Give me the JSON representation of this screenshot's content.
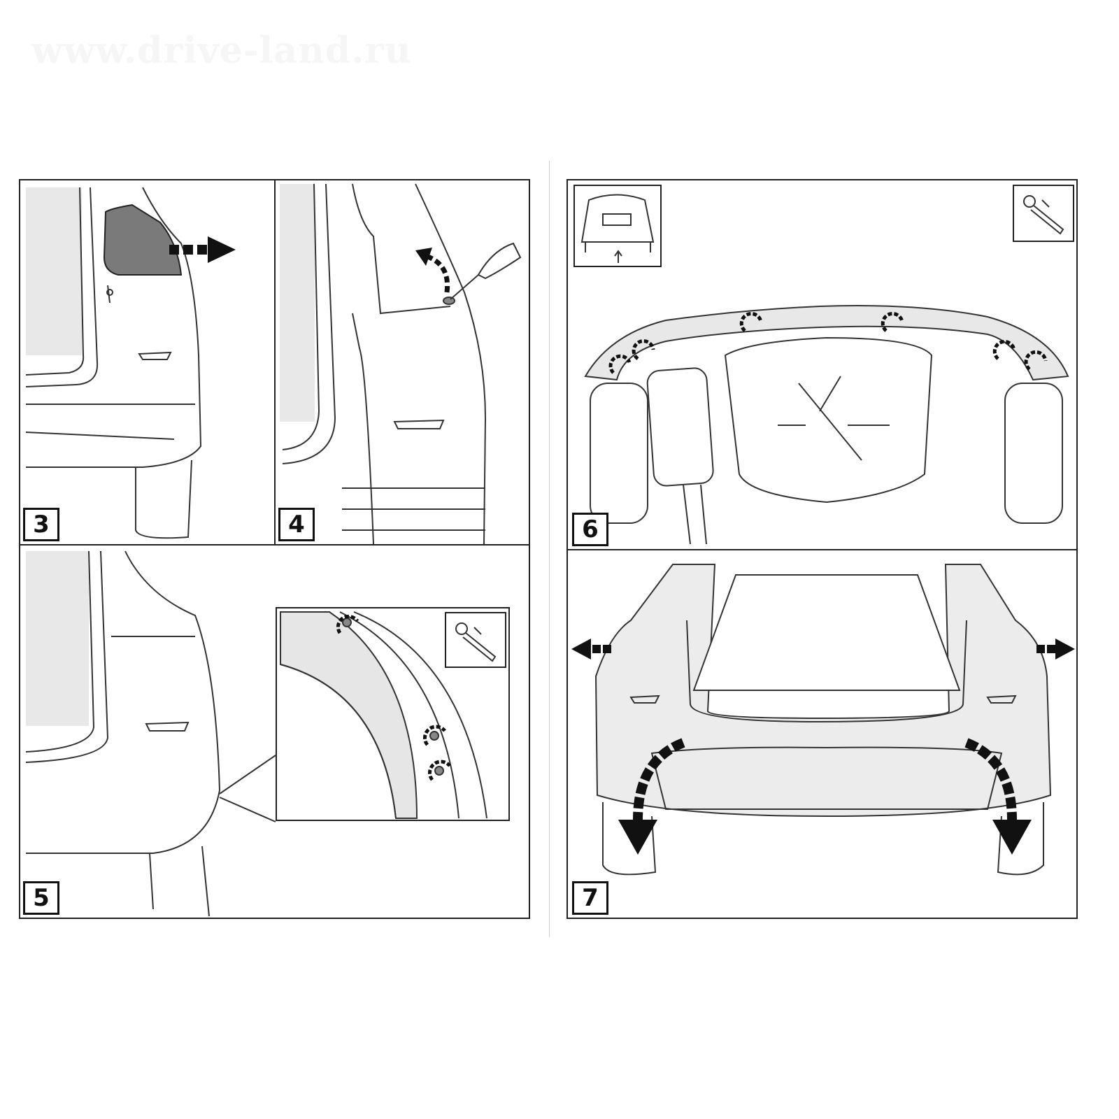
{
  "watermark": "www.drive-land.ru",
  "steps": [
    {
      "number": "3"
    },
    {
      "number": "4"
    },
    {
      "number": "5"
    },
    {
      "number": "6"
    },
    {
      "number": "7"
    }
  ],
  "colors": {
    "line": "#222222",
    "fill_part": "#e6e6e6",
    "fill_dark": "#7a7a7a",
    "arrow": "#111111"
  }
}
